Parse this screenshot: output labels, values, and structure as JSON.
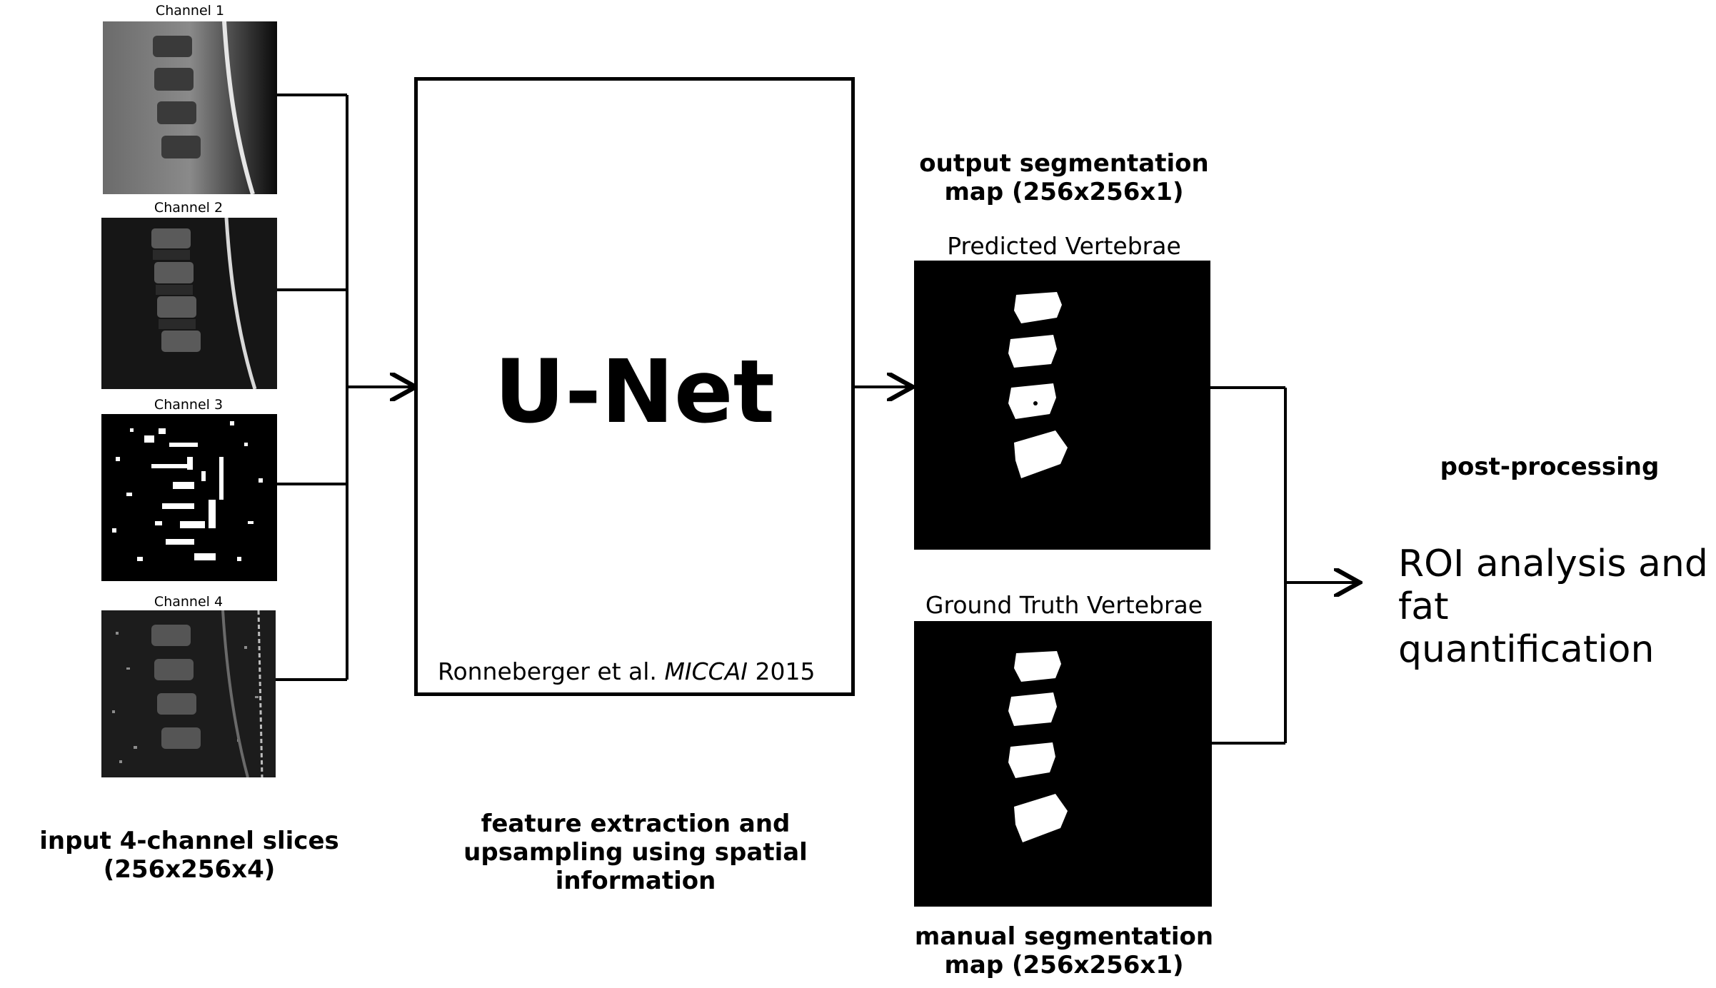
{
  "inputs": {
    "channels": [
      "Channel 1",
      "Channel 2",
      "Channel 3",
      "Channel 4"
    ],
    "caption_line1": "input 4-channel slices",
    "caption_line2": "(256x256x4)"
  },
  "unet": {
    "title": "U-Net",
    "ref_authors": "Ronneberger  et al.",
    "ref_venue": "MICCAI",
    "ref_year": "2015",
    "caption_line1": "feature extraction and",
    "caption_line2": "upsampling using spatial",
    "caption_line3": "information"
  },
  "outputs": {
    "top_caption_line1": "output segmentation",
    "top_caption_line2": "map (256x256x1)",
    "predicted_title": "Predicted Vertebrae",
    "ground_truth_title": "Ground Truth Vertebrae",
    "bottom_caption_line1": "manual segmentation",
    "bottom_caption_line2": "map (256x256x1)"
  },
  "post": {
    "label": "post-processing",
    "result_line1": "ROI analysis and",
    "result_line2": "fat quantification"
  }
}
